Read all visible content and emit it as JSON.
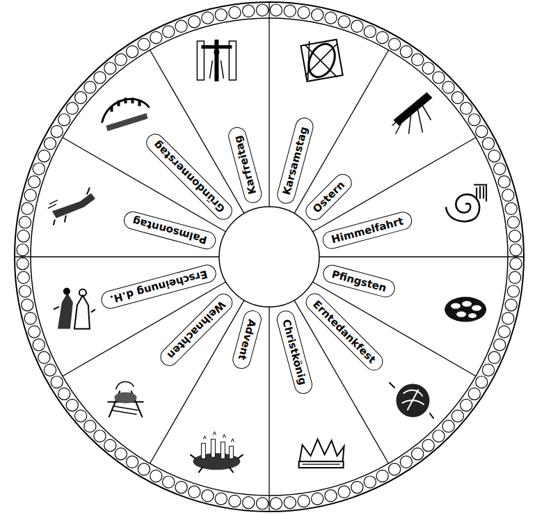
{
  "diagram": {
    "nodes": [
      {
        "text": [
          "Karsamstag"
        ]
      },
      {
        "text": [
          "Ostern"
        ]
      },
      {
        "text": [
          "Himmelfahrt"
        ]
      },
      {
        "text": [
          "Pfingsten"
        ]
      },
      {
        "text": [
          "Erntedankfest"
        ]
      },
      {
        "text": [
          "Christkönig"
        ]
      },
      {
        "text": [
          "Advent"
        ]
      },
      {
        "text": [
          "Weihnachten"
        ]
      },
      {
        "text": [
          "Erscheinung d.H."
        ]
      },
      {
        "text": [
          "Palmsonntag"
        ]
      },
      {
        "text": [
          "Gründonnerstag"
        ]
      },
      {
        "text": [
          "Karfreitag"
        ]
      }
    ]
  }
}
